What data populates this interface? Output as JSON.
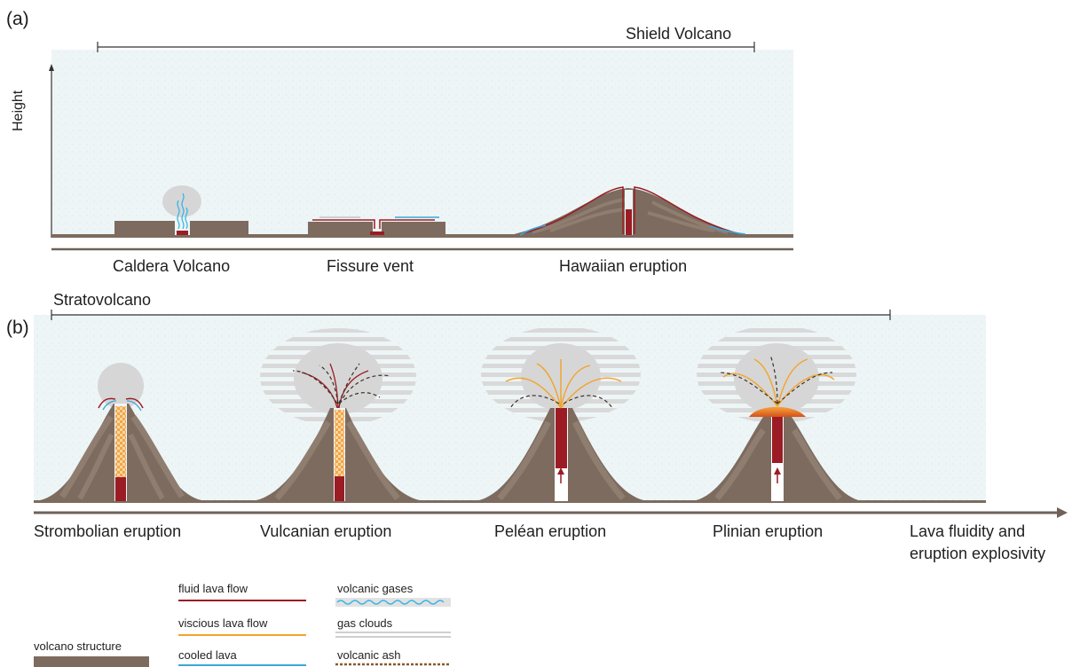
{
  "panel_a": {
    "letter": "(a)",
    "range_label": "Shield Volcano",
    "y_axis_label": "Height",
    "volcanoes": [
      {
        "name": "Caldera Volcano"
      },
      {
        "name": "Fissure vent"
      },
      {
        "name": "Hawaiian eruption"
      }
    ]
  },
  "panel_b": {
    "letter": "(b)",
    "range_label": "Stratovolcano",
    "volcanoes": [
      {
        "name": "Strombolian eruption"
      },
      {
        "name": "Vulcanian eruption"
      },
      {
        "name": "Peléan eruption"
      },
      {
        "name": "Plinian eruption"
      }
    ],
    "x_axis_label_line1": "Lava fluidity and",
    "x_axis_label_line2": "eruption explosivity"
  },
  "legend": {
    "items": [
      {
        "label": "volcano structure",
        "icon": "brown-bar",
        "color": "#7d6b5f"
      },
      {
        "label": "fluid lava flow",
        "icon": "red-line",
        "color": "#9b1c24"
      },
      {
        "label": "viscious lava flow",
        "icon": "orange-line",
        "color": "#f3a32a"
      },
      {
        "label": "cooled lava",
        "icon": "blue-line",
        "color": "#3aa7d9"
      },
      {
        "label": "volcanic gases",
        "icon": "blue-wave",
        "color": "#35b6e6"
      },
      {
        "label": "gas clouds",
        "icon": "grey-stripes",
        "color": "#d4d4d4"
      },
      {
        "label": "volcanic ash",
        "icon": "dashed-line",
        "color": "#8a5a2c"
      }
    ]
  },
  "colors": {
    "sky": "#eef5f6",
    "ground": "#7d6b5f",
    "rock_dark": "#6f5d52",
    "rock_light": "#8b796c",
    "fluid_lava": "#9b1c24",
    "viscous_lava": "#f3a32a",
    "cooled_lava": "#3aa7d9",
    "gas_cloud": "#d8d8d8",
    "ash": "#3c3226"
  }
}
